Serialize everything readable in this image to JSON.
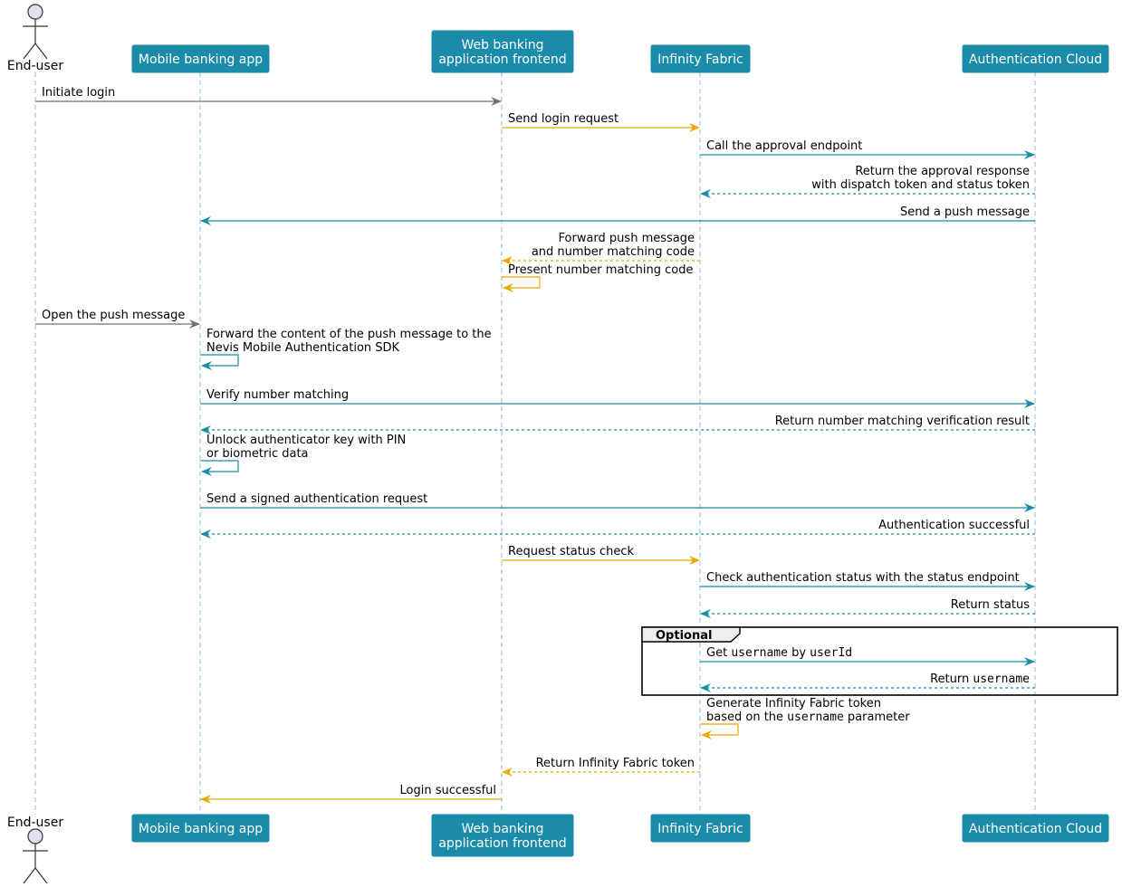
{
  "participants": [
    {
      "id": "user",
      "label": [
        "End-user"
      ],
      "type": "actor"
    },
    {
      "id": "mobile",
      "label": [
        "Mobile banking app"
      ],
      "type": "box"
    },
    {
      "id": "web",
      "label": [
        "Web banking",
        "application frontend"
      ],
      "type": "box"
    },
    {
      "id": "fabric",
      "label": [
        "Infinity Fabric"
      ],
      "type": "box"
    },
    {
      "id": "auth",
      "label": [
        "Authentication Cloud"
      ],
      "type": "box"
    }
  ],
  "colors": {
    "participant_fill": "#1a8ba8",
    "lifeline": "#1a8ba8",
    "user_arrow": "#707070",
    "teal_arrow": "#1a8ba8",
    "gold_arrow": "#e8a800",
    "actor_fill": "#e3e0ef",
    "group_border": "#000000",
    "group_tab": "#eeeeee"
  },
  "group": {
    "label": "Optional"
  },
  "messages": [
    {
      "from": "user",
      "to": "web",
      "lines": [
        [
          {
            "t": "Initiate login"
          }
        ]
      ],
      "color": "user_arrow"
    },
    {
      "from": "web",
      "to": "fabric",
      "lines": [
        [
          {
            "t": "Send login request"
          }
        ]
      ],
      "color": "gold_arrow"
    },
    {
      "from": "fabric",
      "to": "auth",
      "lines": [
        [
          {
            "t": "Call the approval endpoint"
          }
        ]
      ],
      "color": "teal_arrow"
    },
    {
      "from": "auth",
      "to": "fabric",
      "dashed": true,
      "lines": [
        [
          {
            "t": "Return the approval response"
          }
        ],
        [
          {
            "t": "with dispatch token and status token"
          }
        ]
      ],
      "color": "teal_arrow"
    },
    {
      "from": "auth",
      "to": "mobile",
      "lines": [
        [
          {
            "t": "Send a push message"
          }
        ]
      ],
      "color": "teal_arrow"
    },
    {
      "from": "fabric",
      "to": "web",
      "dashed": true,
      "lines": [
        [
          {
            "t": "Forward push message"
          }
        ],
        [
          {
            "t": "and number matching code"
          }
        ]
      ],
      "color": "gold_arrow"
    },
    {
      "from": "web",
      "to": "web",
      "lines": [
        [
          {
            "t": "Present number matching code"
          }
        ]
      ],
      "color": "gold_arrow"
    },
    {
      "from": "user",
      "to": "mobile",
      "lines": [
        [
          {
            "t": "Open the push message"
          }
        ]
      ],
      "color": "user_arrow"
    },
    {
      "from": "mobile",
      "to": "mobile",
      "lines": [
        [
          {
            "t": "Forward the content of the push message to the"
          }
        ],
        [
          {
            "t": "Nevis Mobile Authentication SDK"
          }
        ]
      ],
      "color": "teal_arrow"
    },
    {
      "from": "mobile",
      "to": "auth",
      "lines": [
        [
          {
            "t": "Verify number matching"
          }
        ]
      ],
      "color": "teal_arrow"
    },
    {
      "from": "auth",
      "to": "mobile",
      "dashed": true,
      "lines": [
        [
          {
            "t": "Return number matching verification result"
          }
        ]
      ],
      "color": "teal_arrow"
    },
    {
      "from": "mobile",
      "to": "mobile",
      "lines": [
        [
          {
            "t": "Unlock authenticator key with PIN"
          }
        ],
        [
          {
            "t": "or biometric data"
          }
        ]
      ],
      "color": "teal_arrow"
    },
    {
      "from": "mobile",
      "to": "auth",
      "lines": [
        [
          {
            "t": "Send a signed authentication request"
          }
        ]
      ],
      "color": "teal_arrow"
    },
    {
      "from": "auth",
      "to": "mobile",
      "dashed": true,
      "lines": [
        [
          {
            "t": "Authentication successful"
          }
        ]
      ],
      "color": "teal_arrow"
    },
    {
      "from": "web",
      "to": "fabric",
      "lines": [
        [
          {
            "t": "Request status check"
          }
        ]
      ],
      "color": "gold_arrow"
    },
    {
      "from": "fabric",
      "to": "auth",
      "lines": [
        [
          {
            "t": "Check authentication status with the status endpoint"
          }
        ]
      ],
      "color": "teal_arrow"
    },
    {
      "from": "auth",
      "to": "fabric",
      "dashed": true,
      "lines": [
        [
          {
            "t": "Return status"
          }
        ]
      ],
      "color": "teal_arrow"
    },
    {
      "from": "fabric",
      "to": "auth",
      "lines": [
        [
          {
            "t": "Get "
          },
          {
            "t": "username",
            "code": true
          },
          {
            "t": " by "
          },
          {
            "t": "userId",
            "code": true
          }
        ]
      ],
      "color": "teal_arrow"
    },
    {
      "from": "auth",
      "to": "fabric",
      "dashed": true,
      "lines": [
        [
          {
            "t": "Return "
          },
          {
            "t": "username",
            "code": true
          }
        ]
      ],
      "color": "teal_arrow"
    },
    {
      "from": "fabric",
      "to": "fabric",
      "lines": [
        [
          {
            "t": "Generate Infinity Fabric token"
          }
        ],
        [
          {
            "t": "based on the "
          },
          {
            "t": "username",
            "code": true
          },
          {
            "t": " parameter"
          }
        ]
      ],
      "color": "gold_arrow"
    },
    {
      "from": "fabric",
      "to": "web",
      "dashed": true,
      "lines": [
        [
          {
            "t": "Return Infinity Fabric token"
          }
        ]
      ],
      "color": "gold_arrow"
    },
    {
      "from": "web",
      "to": "mobile",
      "lines": [
        [
          {
            "t": "Login successful"
          }
        ]
      ],
      "color": "gold_arrow"
    }
  ]
}
